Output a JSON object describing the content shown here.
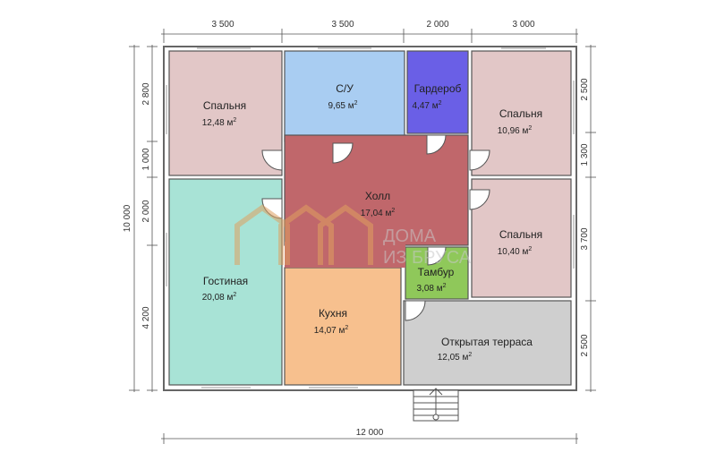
{
  "rooms": [
    {
      "name": "Спальня",
      "area": "12,48 м",
      "unit_sup": "2",
      "color": "#e2c7c7"
    },
    {
      "name": "С/У",
      "area": "9,65 м",
      "unit_sup": "2",
      "color": "#a9cdf2"
    },
    {
      "name": "Гардероб",
      "area": "4,47 м",
      "unit_sup": "2",
      "color": "#6a5fe6"
    },
    {
      "name": "Спальня",
      "area": "10,96 м",
      "unit_sup": "2",
      "color": "#e2c7c7"
    },
    {
      "name": "Холл",
      "area": "17,04 м",
      "unit_sup": "2",
      "color": "#c0676b"
    },
    {
      "name": "Спальня",
      "area": "10,40 м",
      "unit_sup": "2",
      "color": "#e2c7c7"
    },
    {
      "name": "Гостиная",
      "area": "20,08 м",
      "unit_sup": "2",
      "color": "#a8e3d6"
    },
    {
      "name": "Кухня",
      "area": "14,07 м",
      "unit_sup": "2",
      "color": "#f7c08e"
    },
    {
      "name": "Тамбур",
      "area": "3,08 м",
      "unit_sup": "2",
      "color": "#8fc85a"
    },
    {
      "name": "Открытая терраса",
      "area": "12,05 м",
      "unit_sup": "2",
      "color": "#cfcfcf"
    }
  ],
  "dimensions": {
    "top": [
      "3 500",
      "3 500",
      "2 000",
      "3 000"
    ],
    "bottom": "12 000",
    "left_total": "10 000",
    "left": [
      "2 800",
      "1 000",
      "2 000",
      "4 200"
    ],
    "right": [
      "2 500",
      "1 300",
      "3 700",
      "2 500"
    ]
  },
  "watermark": {
    "line1": "ДОМА",
    "line2": "ИЗ БРУСА",
    "color": "#e0a060"
  }
}
